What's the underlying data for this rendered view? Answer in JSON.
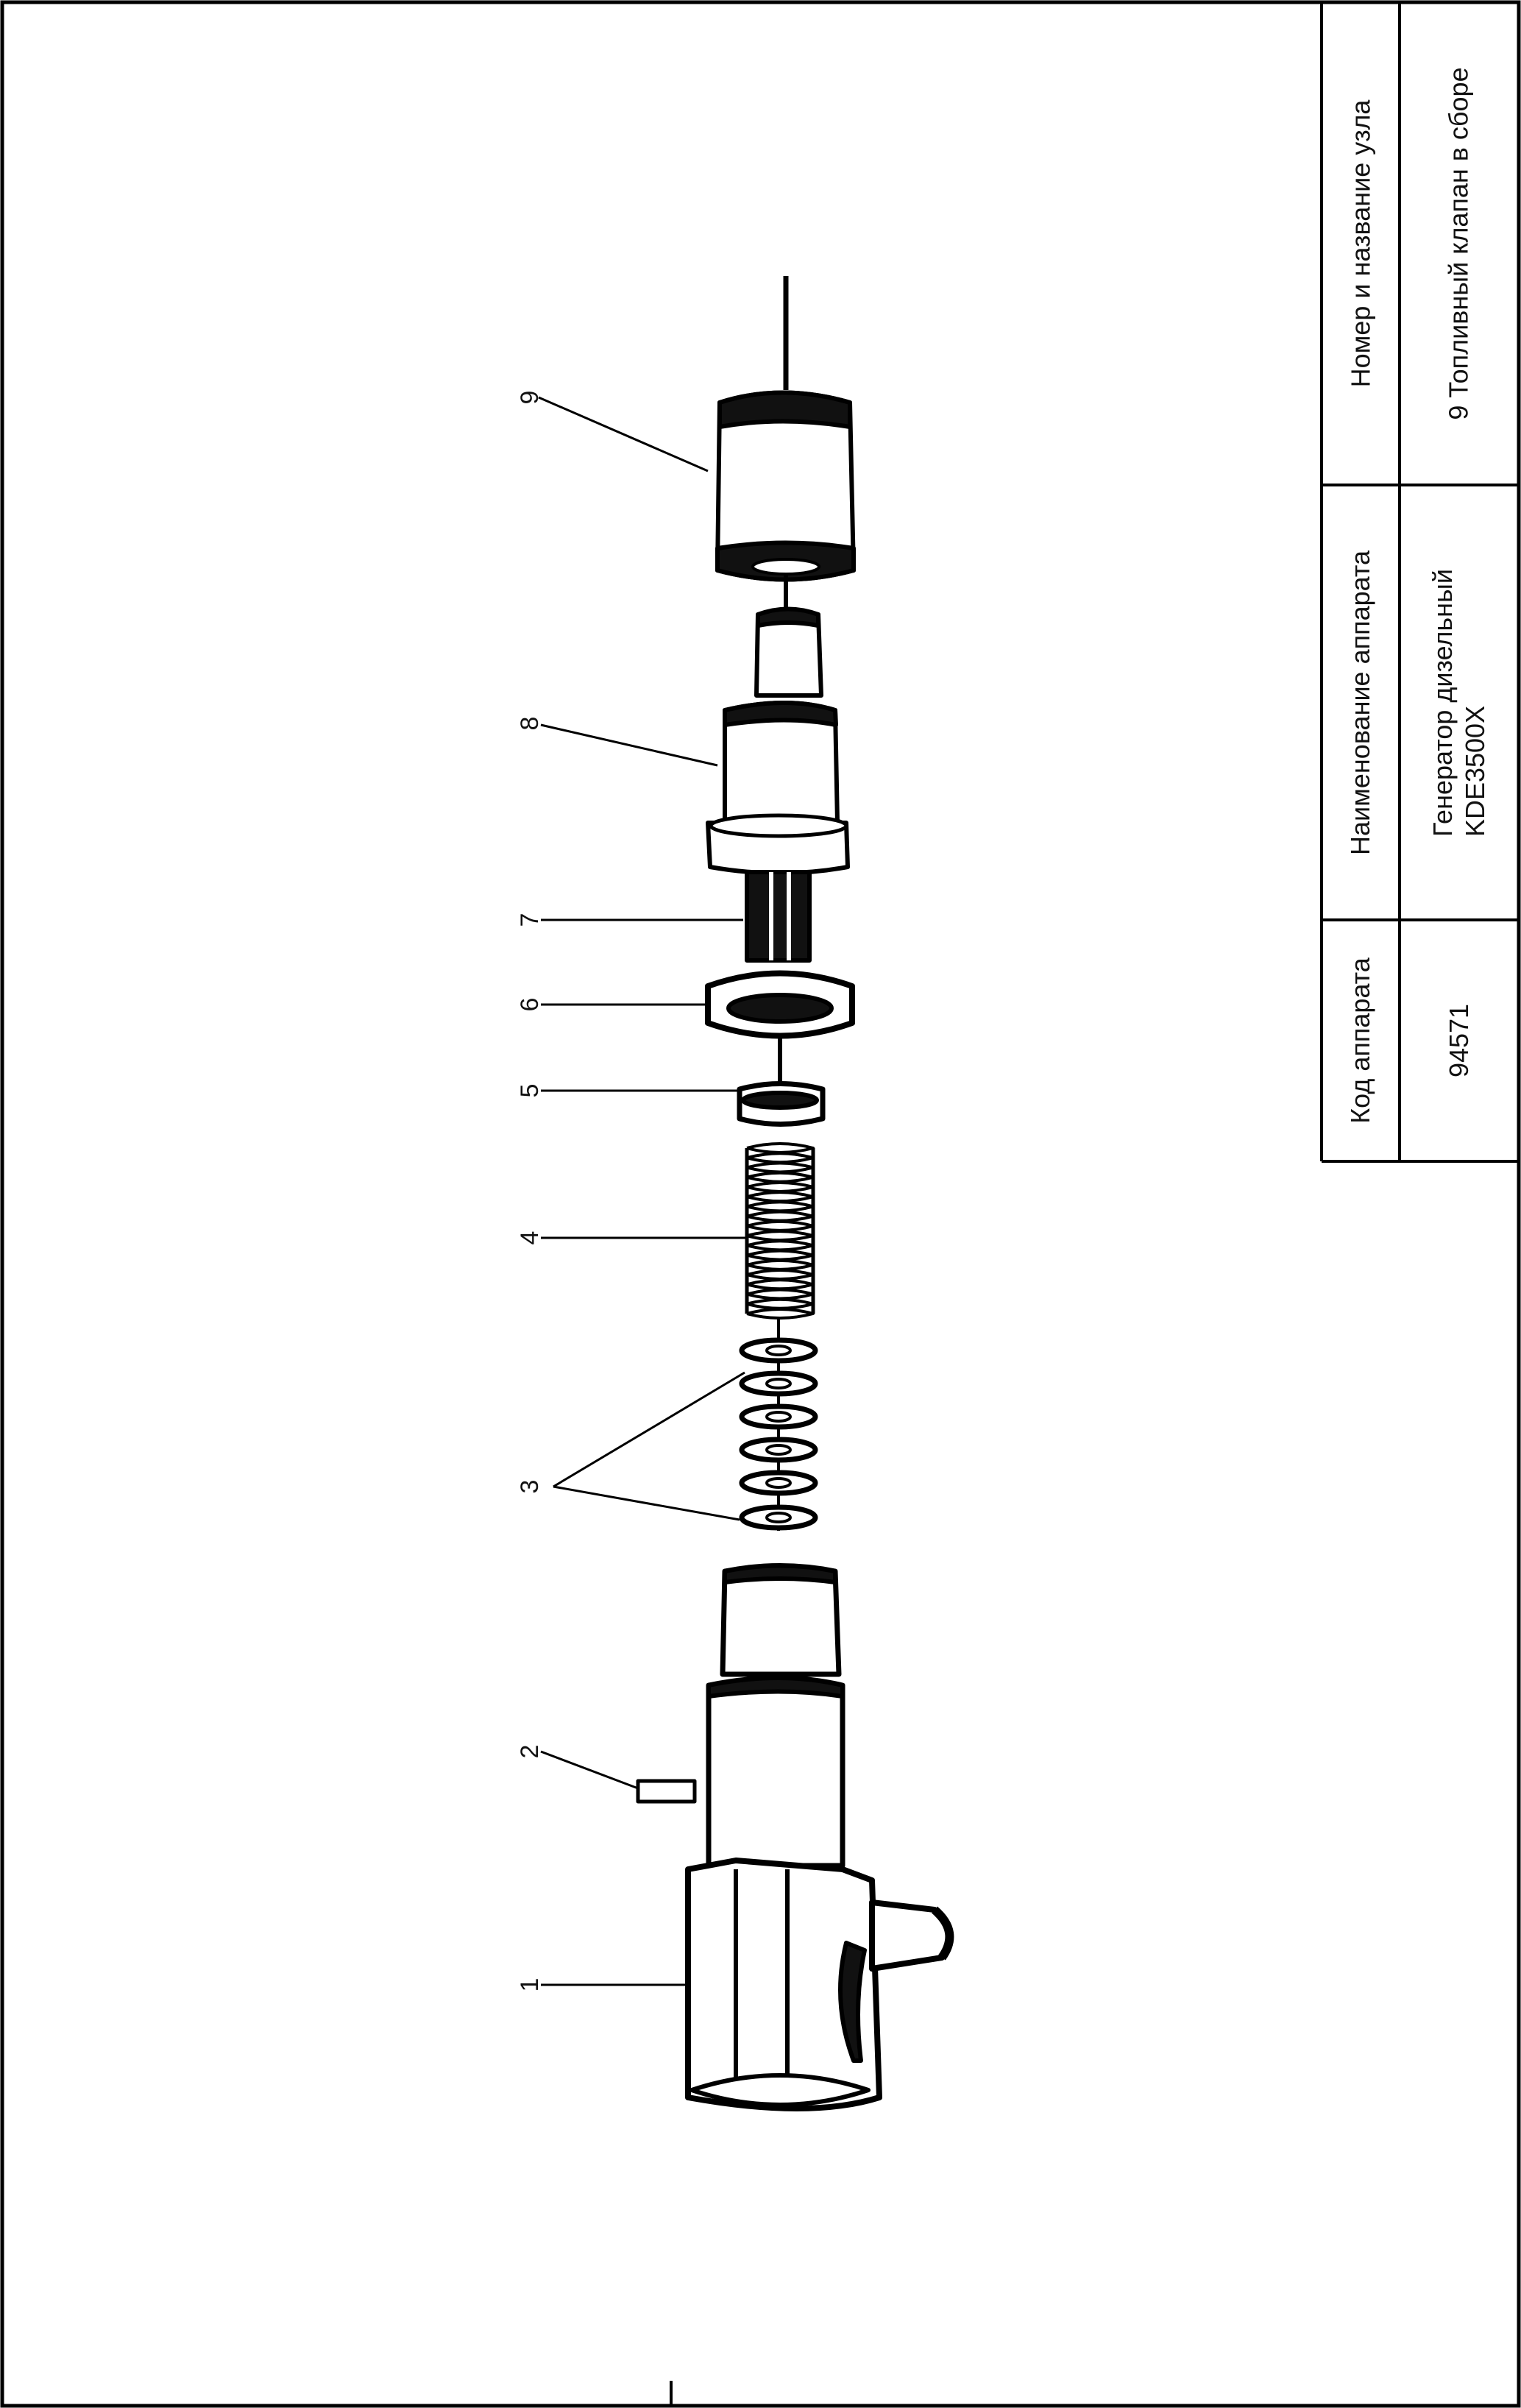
{
  "table": {
    "headers": {
      "code": "Код аппарата",
      "name": "Наименование аппарата",
      "unit": "Номер и название узла"
    },
    "values": {
      "code": "94571",
      "name_line1": "Генератор дизельный",
      "name_line2": "KDE3500X",
      "unit": "9 Топливный клапан в сборе"
    }
  },
  "callouts": [
    "1",
    "2",
    "3",
    "4",
    "5",
    "6",
    "7",
    "8",
    "9"
  ]
}
